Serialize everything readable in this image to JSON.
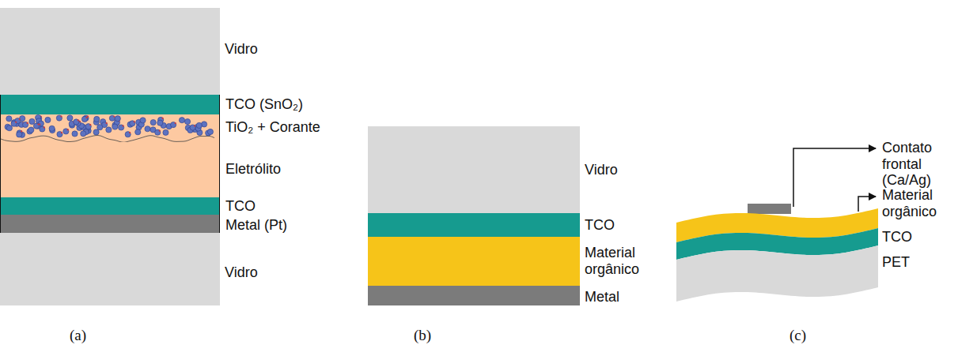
{
  "diagram": {
    "nodes": [
      {
        "text": [
          "Vidro"
        ]
      },
      {
        "text": [
          "TCO (SnO₂)"
        ]
      },
      {
        "text": [
          "TiO₂ + Corante"
        ]
      },
      {
        "text": [
          "Eletrólito"
        ]
      },
      {
        "text": [
          "TCO"
        ]
      },
      {
        "text": [
          "Metal (Pt)"
        ]
      },
      {
        "text": [
          "Vidro"
        ]
      },
      {
        "text": [
          "Vidro"
        ]
      },
      {
        "text": [
          "TCO"
        ]
      },
      {
        "text": [
          "Material orgânico"
        ]
      },
      {
        "text": [
          "Metal"
        ]
      },
      {
        "text": [
          "Contato frontal (Ca/Ag)"
        ]
      },
      {
        "text": [
          "Material orgânico"
        ]
      },
      {
        "text": [
          "TCO"
        ]
      },
      {
        "text": [
          "PET"
        ]
      }
    ],
    "labels": [
      "(a)",
      "(b)",
      "(c)"
    ]
  }
}
